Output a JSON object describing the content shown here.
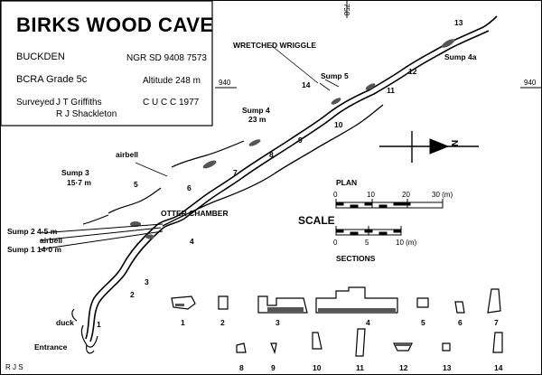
{
  "title": "BIRKS WOOD CAVE",
  "location": "BUCKDEN",
  "ngr": "NGR   SD 9408 7573",
  "grade": "BCRA  Grade 5c",
  "altitude": "Altitude  248 m",
  "surveyed_label": "Surveyed",
  "surveyor_1": "J T Griffiths",
  "surveyor_2": "R J Shackleton",
  "club": "C U C C  1977",
  "grid": {
    "easting_top": "758",
    "northing_left": "940",
    "northing_right": "940"
  },
  "features": {
    "wretched_wriggle": "WRETCHED WRIGGLE",
    "sump5": "Sump  5",
    "sump4": "Sump  4",
    "sump4_depth": "23 m",
    "sump4a": "Sump  4a",
    "airbell": "airbell",
    "sump3": "Sump  3",
    "sump3_depth": "15·7 m",
    "otter_chamber": "OTTER CHAMBER",
    "sump2": "Sump  2  4·5 m",
    "airbell2": "airbell",
    "sump1": "Sump  1  14·0 m",
    "duck": "duck",
    "entrance": "Entrance"
  },
  "stations": [
    "1",
    "2",
    "3",
    "4",
    "5",
    "6",
    "7",
    "8",
    "9",
    "10",
    "11",
    "12",
    "13",
    "14"
  ],
  "scale": {
    "label": "SCALE",
    "plan_label": "PLAN",
    "plan_ticks": [
      "0",
      "10",
      "20",
      "30 (m)"
    ],
    "sections_label": "SECTIONS",
    "sections_ticks": [
      "0",
      "5",
      "10 (m)"
    ]
  },
  "sections": [
    "1",
    "2",
    "3",
    "4",
    "5",
    "6",
    "7",
    "8",
    "9",
    "10",
    "11",
    "12",
    "13",
    "14"
  ],
  "initials": "R J S",
  "north_symbol": "N"
}
